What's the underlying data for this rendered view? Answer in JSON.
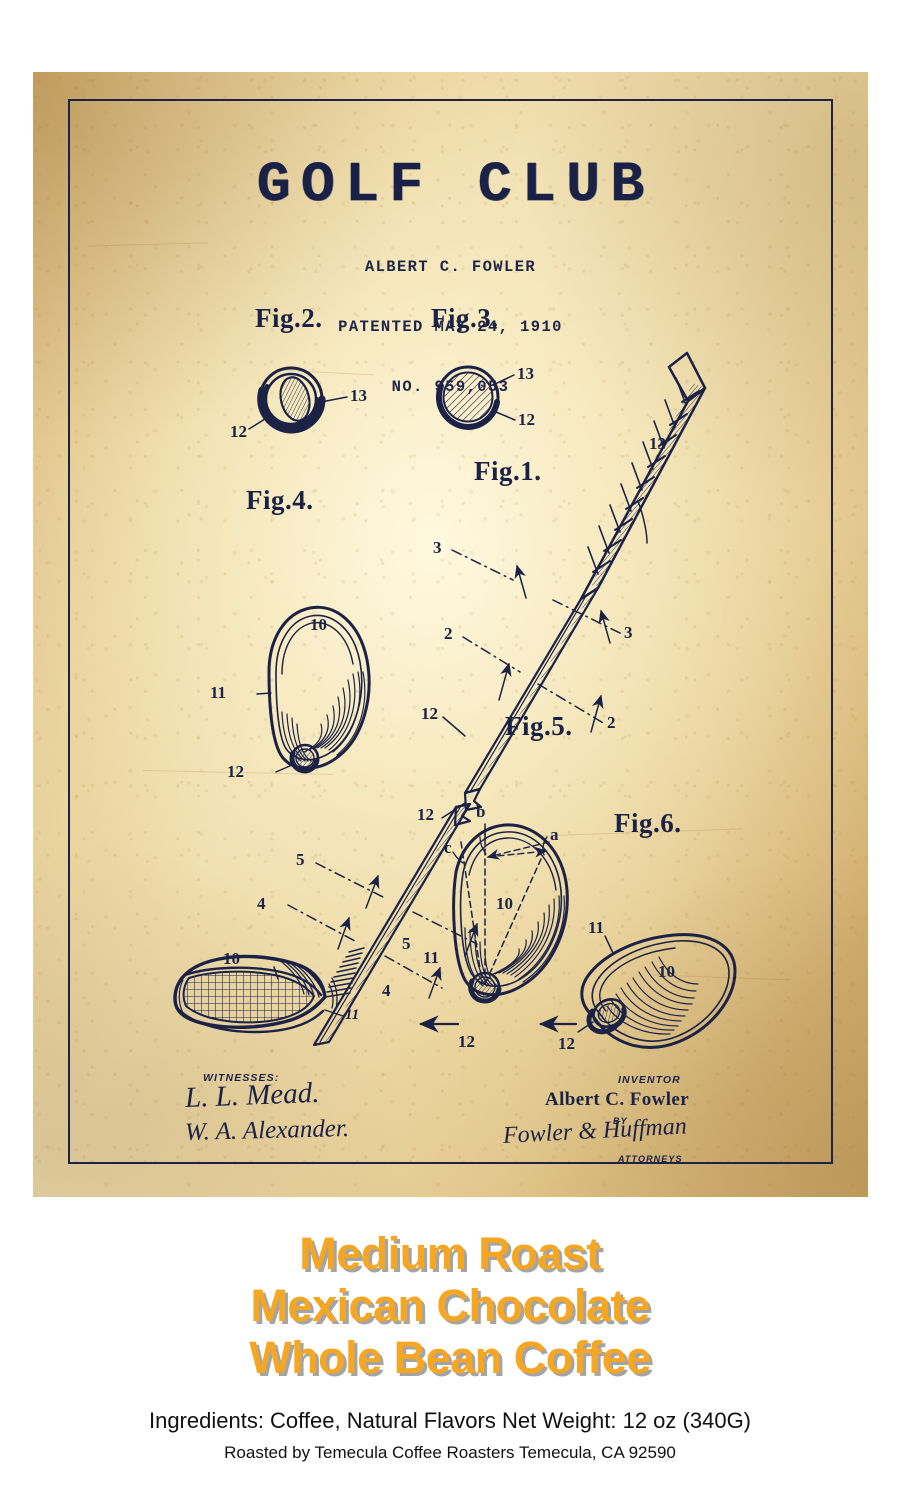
{
  "poster": {
    "kind": "vintage-patent-print",
    "colors": {
      "ink": "#1b2245",
      "paper_light": "#f5e8c0",
      "paper_dark": "#cdа968",
      "headline_orange": "#F5A623",
      "headline_shadow": "#5a5a5a",
      "body_text": "#111111",
      "page_background": "#ffffff"
    }
  },
  "patent": {
    "title": "GOLF CLUB",
    "inventor_line": "ALBERT C. FOWLER",
    "patented_line": "PATENTED MAY 24, 1910",
    "number_line": "NO. 959,053",
    "figures": [
      {
        "id": "fig1",
        "label": "Fig.1.",
        "refs": [
          "3",
          "3",
          "2",
          "2",
          "12",
          "13",
          "10",
          "11",
          "4",
          "4",
          "5",
          "5"
        ]
      },
      {
        "id": "fig2",
        "label": "Fig.2.",
        "refs": [
          "12",
          "13"
        ]
      },
      {
        "id": "fig3",
        "label": "Fig.3.",
        "refs": [
          "13",
          "12"
        ]
      },
      {
        "id": "fig4",
        "label": "Fig.4.",
        "refs": [
          "10",
          "11",
          "12"
        ]
      },
      {
        "id": "fig5",
        "label": "Fig.5.",
        "refs": [
          "a",
          "b",
          "c",
          "10",
          "11",
          "12"
        ]
      },
      {
        "id": "fig6",
        "label": "Fig.6.",
        "refs": [
          "11",
          "10",
          "12"
        ]
      }
    ],
    "callouts": {
      "fig1_grip_13": "13",
      "fig1_section_3_left": "3",
      "fig1_section_3_right": "3",
      "fig1_section_2_left": "2",
      "fig1_section_2_right": "2",
      "fig1_shaft_12": "12",
      "fig1_section_5_left": "5",
      "fig1_section_5_right": "5",
      "fig1_section_4_left": "4",
      "fig1_section_4_right": "4",
      "fig1_head_10": "10",
      "fig1_head_11": "11",
      "fig2_12": "12",
      "fig2_13": "13",
      "fig3_13": "13",
      "fig3_12": "12",
      "fig4_10": "10",
      "fig4_11": "11",
      "fig4_12": "12",
      "fig5_a": "a",
      "fig5_b": "b",
      "fig5_c": "c",
      "fig5_10": "10",
      "fig5_11": "11",
      "fig5_12": "12",
      "fig6_11": "11",
      "fig6_10": "10",
      "fig6_12": "12"
    },
    "signatures": {
      "witnesses_label": "WITNESSES:",
      "witness_1": "L. L. Mead.",
      "witness_2": "W. A. Alexander.",
      "inventor_label": "INVENTOR",
      "inventor_name": "Albert C. Fowler",
      "by_label": "BY",
      "attorney_signature": "Fowler & Huffman",
      "attorneys_label": "ATTORNEYS"
    }
  },
  "label": {
    "headline_lines": [
      "Medium Roast",
      "Mexican Chocolate",
      "Whole Bean Coffee"
    ],
    "ingredients": "Ingredients: Coffee, Natural Flavors   Net Weight: 12 oz (340G)",
    "roaster": "Roasted by Temecula Coffee Roasters Temecula, CA 92590"
  }
}
